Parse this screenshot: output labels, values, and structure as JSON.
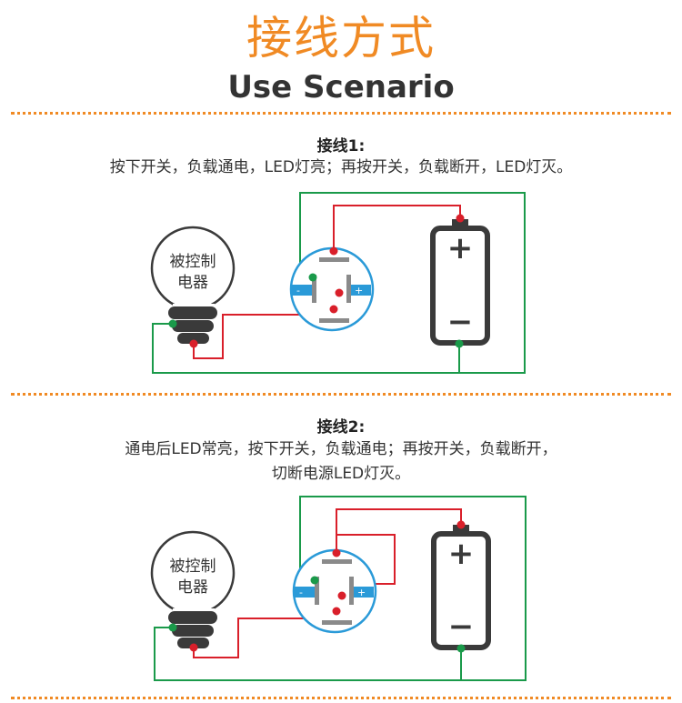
{
  "header": {
    "title_cn": "接线方式",
    "title_en": "Use Scenario"
  },
  "section1": {
    "title": "接线1:",
    "desc": "按下开关，负载通电，LED灯亮；再按开关，负载断开，LED灯灭。"
  },
  "section2": {
    "title": "接线2:",
    "desc_line1": "通电后LED常亮，按下开关，负载通电；再按开关，负载断开，",
    "desc_line2": "切断电源LED灯灭。"
  },
  "lamp": {
    "label_line1": "被控制",
    "label_line2": "电器"
  },
  "switch": {
    "minus": "-",
    "plus": "+"
  },
  "battery": {
    "plus": "+",
    "minus": "−"
  },
  "colors": {
    "accent": "#f08a24",
    "wire_green": "#1a9a4a",
    "wire_red": "#d91f2a",
    "switch_blue": "#2a9ad8",
    "dark": "#3a3a3a"
  }
}
